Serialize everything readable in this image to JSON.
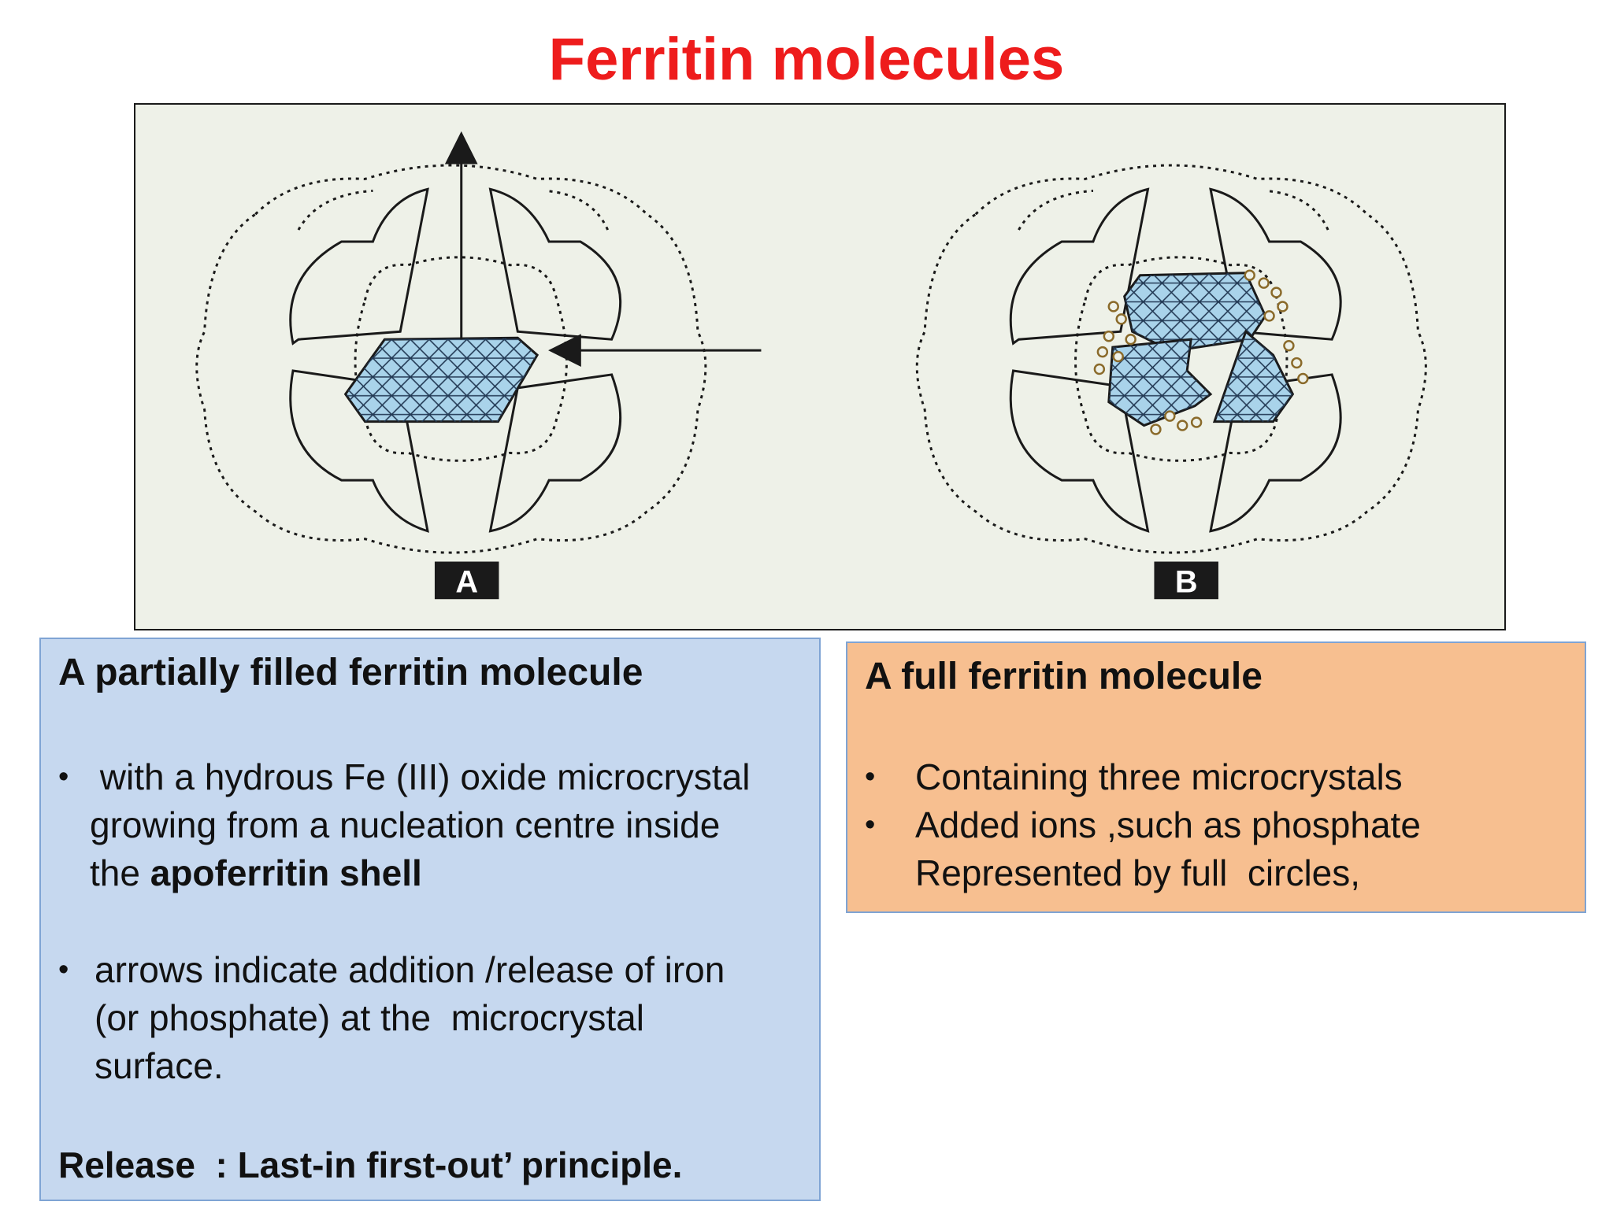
{
  "title": "Ferritin molecules",
  "figure": {
    "label_a": "A",
    "label_b": "B"
  },
  "box_a": {
    "heading": "A partially filled ferritin molecule",
    "bullet1_line1": " with a hydrous Fe (III) oxide microcrystal",
    "bullet1_line2": "growing from a nucleation centre inside",
    "bullet1_line3_prefix": "the ",
    "bullet1_line3_bold": "apoferritin shell",
    "bullet2_line1": "arrows indicate addition /release of iron",
    "bullet2_line2": "(or phosphate) at the  microcrystal",
    "bullet2_line3": "surface.",
    "release": "Release  : Last-in first-out’ principle.",
    "bullet_symbol": "•"
  },
  "box_b": {
    "heading": "A full ferritin molecule",
    "bullet1": "Containing three microcrystals",
    "bullet2_line1": "Added ions ,such as phosphate",
    "bullet2_line2": "Represented by full  circles,",
    "bullet_symbol": "•"
  },
  "colors": {
    "title": "#ee1c1c",
    "box_a_bg": "#c6d8ef",
    "box_b_bg": "#f7bf90",
    "box_border": "#7fa4d4",
    "figure_bg": "#eef1e8",
    "crystal_fill": "#a9d3ea"
  }
}
